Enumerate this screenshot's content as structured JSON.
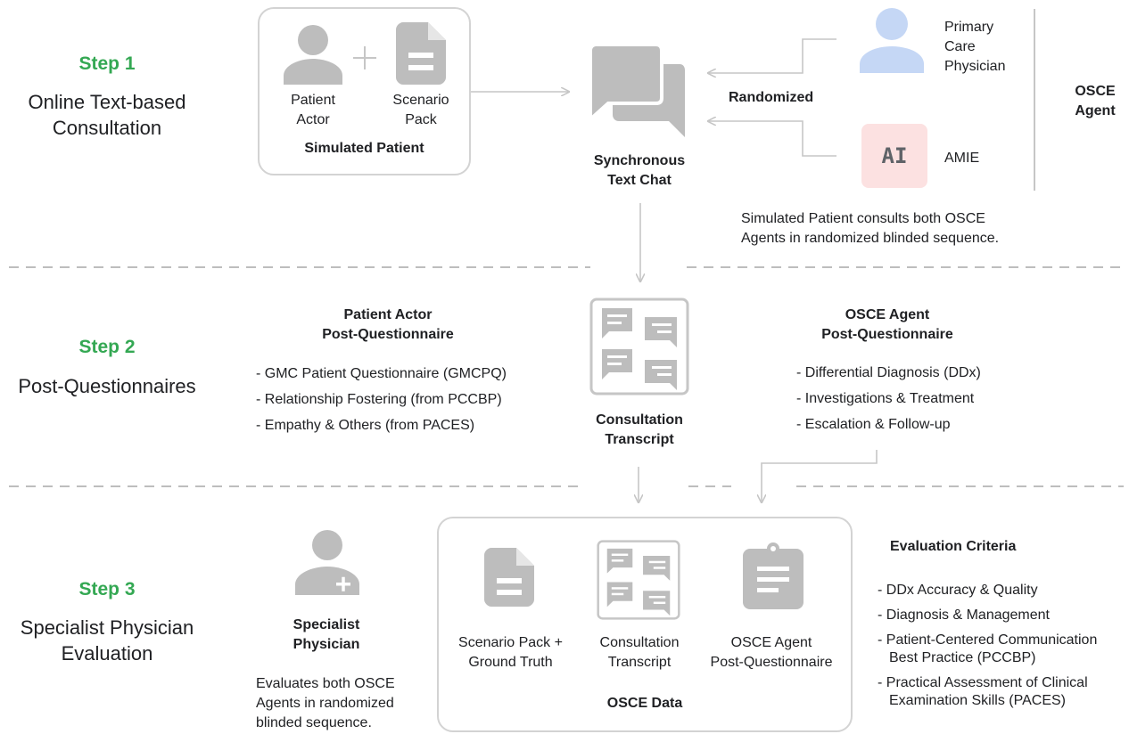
{
  "step1": {
    "title": "Step 1",
    "subtitle_line1": "Online Text-based",
    "subtitle_line2": "Consultation",
    "simulated_patient_box": {
      "patient_actor_line1": "Patient",
      "patient_actor_line2": "Actor",
      "scenario_pack_line1": "Scenario",
      "scenario_pack_line2": "Pack",
      "label": "Simulated Patient"
    },
    "chat_line1": "Synchronous",
    "chat_line2": "Text Chat",
    "randomized": "Randomized",
    "pcp_line1": "Primary",
    "pcp_line2": "Care",
    "pcp_line3": "Physician",
    "ai_badge": "AI",
    "amie": "AMIE",
    "osce_agent_line1": "OSCE",
    "osce_agent_line2": "Agent",
    "note_line1": "Simulated Patient consults both OSCE",
    "note_line2": "Agents in randomized blinded sequence."
  },
  "step2": {
    "title": "Step 2",
    "subtitle": "Post-Questionnaires",
    "patient_q_title_line1": "Patient Actor",
    "patient_q_title_line2": "Post-Questionnaire",
    "patient_q_items": [
      "- GMC Patient Questionnaire (GMCPQ)",
      "- Relationship Fostering (from PCCBP)",
      "- Empathy & Others (from PACES)"
    ],
    "transcript_line1": "Consultation",
    "transcript_line2": "Transcript",
    "agent_q_title_line1": "OSCE Agent",
    "agent_q_title_line2": "Post-Questionnaire",
    "agent_q_items": [
      "- Differential Diagnosis (DDx)",
      "- Investigations & Treatment",
      "- Escalation & Follow-up"
    ]
  },
  "step3": {
    "title": "Step 3",
    "subtitle_line1": "Specialist Physician",
    "subtitle_line2": "Evaluation",
    "specialist_line1": "Specialist",
    "specialist_line2": "Physician",
    "specialist_note_line1": "Evaluates both OSCE",
    "specialist_note_line2": "Agents in randomized",
    "specialist_note_line3": "blinded sequence.",
    "osce_data": {
      "scenario_line1": "Scenario Pack +",
      "scenario_line2": "Ground Truth",
      "transcript_line1": "Consultation",
      "transcript_line2": "Transcript",
      "agent_q_line1": "OSCE Agent",
      "agent_q_line2": "Post-Questionnaire",
      "label": "OSCE Data"
    },
    "criteria_title": "Evaluation Criteria",
    "criteria": [
      {
        "line1": "- DDx Accuracy & Quality",
        "line2": ""
      },
      {
        "line1": "- Diagnosis & Management",
        "line2": ""
      },
      {
        "line1": "- Patient-Centered Communication",
        "line2": "Best Practice (PCCBP)"
      },
      {
        "line1": "- Practical Assessment of Clinical",
        "line2": "Examination Skills (PACES)"
      }
    ]
  },
  "colors": {
    "step_green": "#34a853",
    "icon_gray": "#bdbdbd",
    "arrow_gray": "#c6c6c6",
    "pcp_blue": "#c5d7f5",
    "ai_pink": "#fce1e1"
  }
}
